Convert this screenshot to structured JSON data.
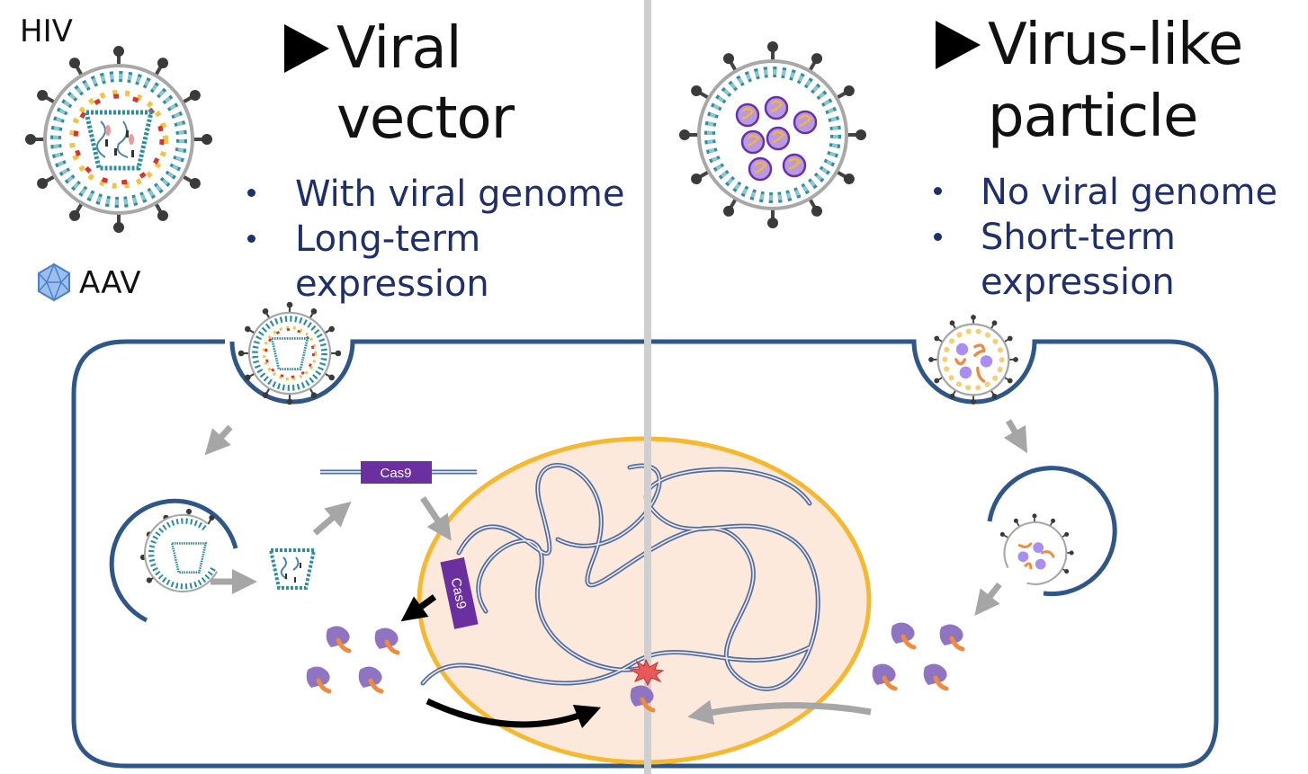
{
  "left_panel": {
    "label_hiv": "HIV",
    "label_aav": "AAV",
    "title_line1": "Viral",
    "title_line2": "vector",
    "bullets": [
      "With viral genome",
      "Long-term",
      "expression"
    ],
    "gene_label": "Cas9",
    "integrated_label": "Cas9"
  },
  "right_panel": {
    "title_line1": "Virus-like",
    "title_line2": "particle",
    "bullets": [
      "No viral genome",
      "Short-term",
      "expression"
    ]
  },
  "colors": {
    "membrane": "#2f5688",
    "nucleus_fill": "#fde8dc",
    "nucleus_border": "#f5b82e",
    "divider": "#cfcfcf",
    "cas9_box": "#6b2fa0",
    "text_bullet": "#1f2f6b",
    "arrow_gray": "#a6a6a6",
    "protein_purple": "#8f74c2",
    "protein_orange": "#ef8b3a"
  }
}
